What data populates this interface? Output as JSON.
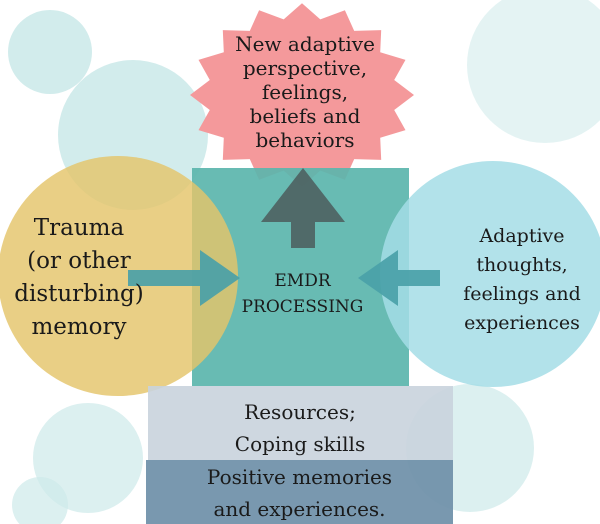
{
  "diagram": {
    "top_burst": {
      "lines": [
        "New adaptive",
        "perspective,",
        "feelings,",
        "beliefs and",
        "behaviors"
      ]
    },
    "left_circle": {
      "lines": [
        "Trauma",
        "(or other",
        "disturbing)",
        "memory"
      ]
    },
    "center_box": {
      "lines": [
        "EMDR",
        "PROCESSING"
      ]
    },
    "right_circle": {
      "lines": [
        "Adaptive",
        "thoughts,",
        "feelings and",
        "experiences"
      ]
    },
    "resources_bar": {
      "lines": [
        "Resources;",
        "Coping skills"
      ]
    },
    "positive_bar": {
      "lines": [
        "Positive memories",
        "and experiences."
      ]
    }
  },
  "colors": {
    "burst": "#f4999b",
    "center_box": "#5bb5ad",
    "left_circle": "#e4c56a",
    "right_circle": "#a4dde6",
    "resources_bar": "#c9d3dd",
    "positive_bar": "#6e8fa8",
    "side_arrows": "#4aa1a8",
    "up_arrow": "#4c5f5e",
    "bubbles": "#cdeaea"
  }
}
